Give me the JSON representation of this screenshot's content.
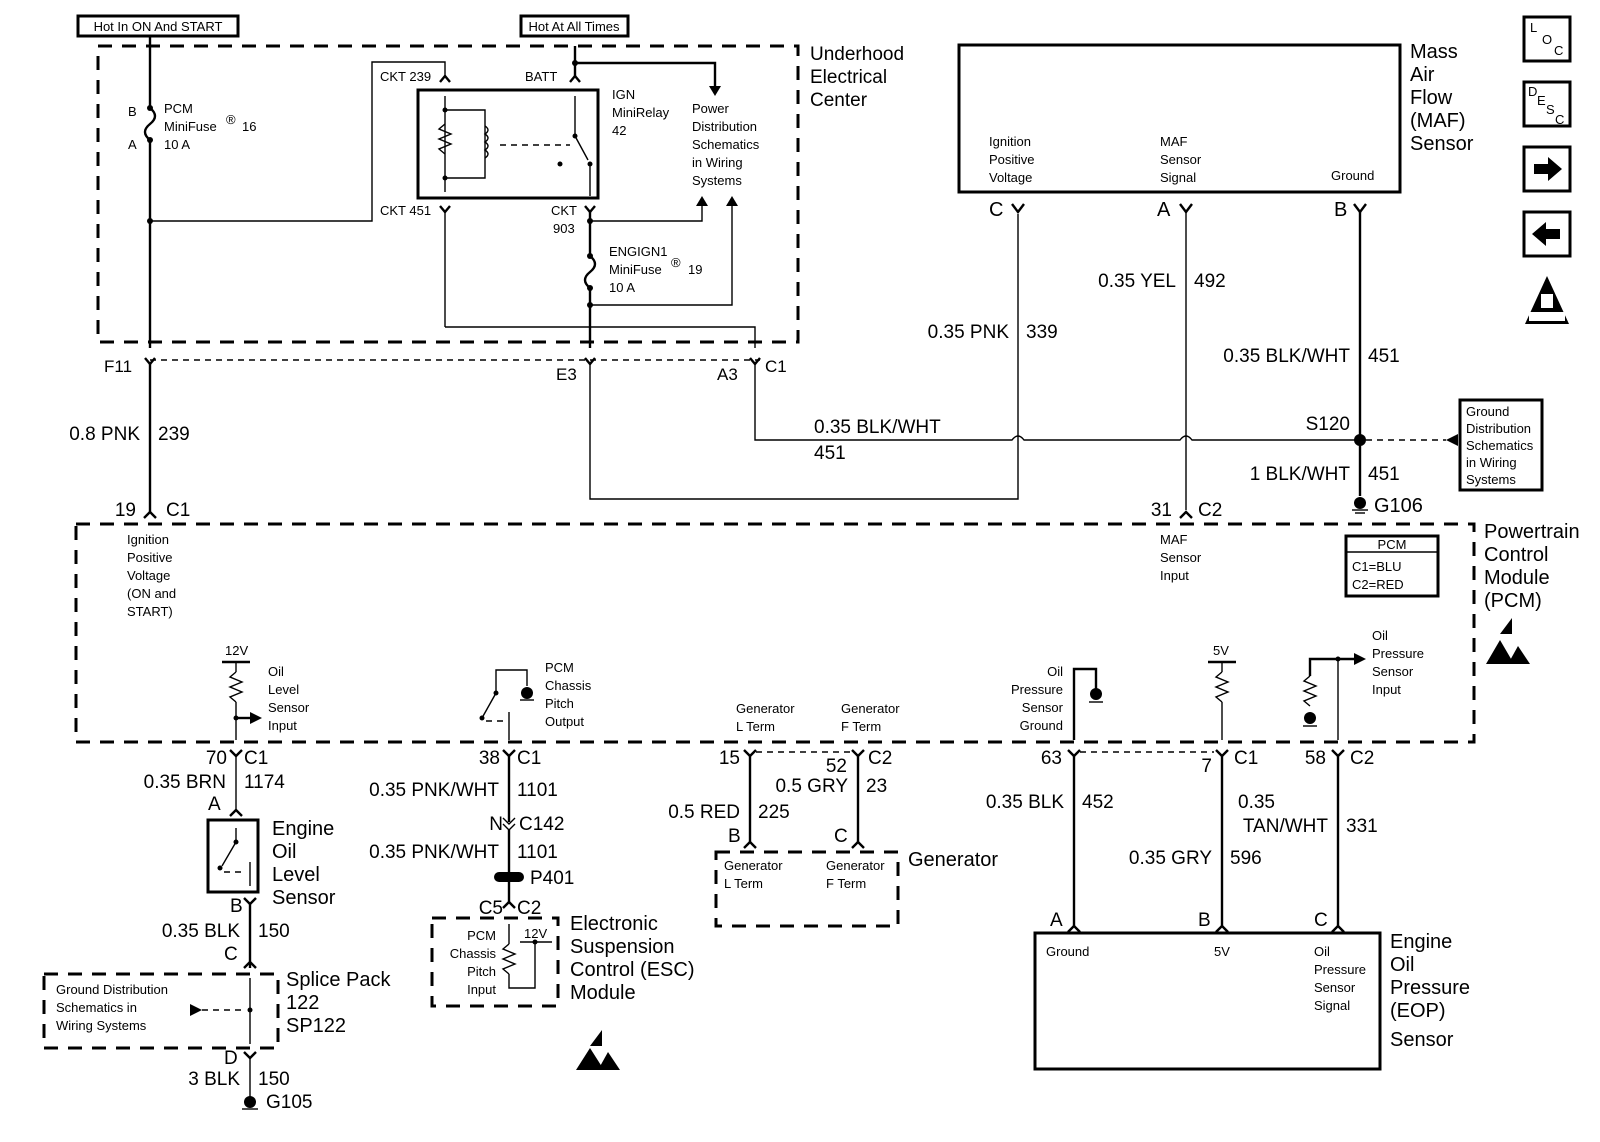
{
  "header": {
    "hot_on_start": "Hot In ON And START",
    "hot_all_times": "Hot At All Times"
  },
  "nav_buttons": [
    {
      "name": "loc-button",
      "icon": "loc-icon",
      "label": "LOC"
    },
    {
      "name": "desc-button",
      "icon": "desc-icon",
      "label": "DESC"
    },
    {
      "name": "next-button",
      "icon": "arrow-right-icon",
      "label": "→"
    },
    {
      "name": "prev-button",
      "icon": "arrow-left-icon",
      "label": "←"
    },
    {
      "name": "obd-ii-button",
      "icon": "obd-ii-warning-icon",
      "label": "OBD II"
    }
  ],
  "underhood": {
    "title_lines": [
      "Underhood",
      "Electrical",
      "Center"
    ],
    "pcm_fuse": {
      "pin_b": "B",
      "pin_a": "A",
      "lines": [
        "PCM",
        "MiniFuse",
        "10 A"
      ],
      "number": "16",
      "reg": "®"
    },
    "relay": {
      "lines": [
        "IGN",
        "MiniRelay",
        "42"
      ]
    },
    "ckt239": "CKT 239",
    "ckt451": "CKT 451",
    "batt": "BATT",
    "ckt903": [
      "CKT",
      "903"
    ],
    "engign_fuse": {
      "lines": [
        "ENGIGN1",
        "MiniFuse",
        "10 A"
      ],
      "number": "19",
      "reg": "®"
    },
    "power_dist": [
      "Power",
      "Distribution",
      "Schematics",
      "in Wiring",
      "Systems"
    ],
    "connectors": {
      "f11": "F11",
      "e3": "E3",
      "a3": "A3",
      "c1": "C1"
    }
  },
  "maf": {
    "title_lines": [
      "Mass",
      "Air",
      "Flow",
      "(MAF)",
      "Sensor"
    ],
    "pins": [
      {
        "letter": "C",
        "label": [
          "Ignition",
          "Positive",
          "Voltage"
        ]
      },
      {
        "letter": "A",
        "label": [
          "MAF",
          "Sensor",
          "Signal"
        ]
      },
      {
        "letter": "B",
        "label": [
          "Ground"
        ]
      }
    ]
  },
  "wires": {
    "w239": {
      "gauge": "0.8 PNK",
      "circuit": "239"
    },
    "w339": {
      "gauge": "0.35 PNK",
      "circuit": "339"
    },
    "w492": {
      "gauge": "0.35 YEL",
      "circuit": "492"
    },
    "w451a": {
      "gauge": "0.35 BLK/WHT",
      "circuit": "451"
    },
    "w451b": {
      "gauge": "0.35 BLK/WHT",
      "circuit": "451"
    },
    "w451c": {
      "gauge": "1 BLK/WHT",
      "circuit": "451"
    },
    "w1174": {
      "gauge": "0.35 BRN",
      "circuit": "1174"
    },
    "w1101a": {
      "gauge": "0.35 PNK/WHT",
      "circuit": "1101"
    },
    "w1101b": {
      "gauge": "0.35 PNK/WHT",
      "circuit": "1101"
    },
    "w150a": {
      "gauge": "0.35 BLK",
      "circuit": "150"
    },
    "w150b": {
      "gauge": "3 BLK",
      "circuit": "150"
    },
    "w225": {
      "gauge": "0.5 RED",
      "circuit": "225"
    },
    "w23": {
      "gauge": "0.5 GRY",
      "circuit": "23"
    },
    "w452": {
      "gauge": "0.35 BLK",
      "circuit": "452"
    },
    "w596": {
      "gauge": "0.35 GRY",
      "circuit": "596"
    },
    "w331": {
      "gauge_lines": [
        "0.35",
        "TAN/WHT"
      ],
      "circuit": "331"
    }
  },
  "splices": {
    "s120": "S120",
    "g106": "G106",
    "g105": "G105",
    "p401": "P401"
  },
  "ground_dist_right": [
    "Ground",
    "Distribution",
    "Schematics",
    "in Wiring",
    "Systems"
  ],
  "pcm": {
    "title_lines": [
      "Powertrain",
      "Control",
      "Module",
      "(PCM)"
    ],
    "legend": {
      "title": "PCM",
      "c1": "C1=BLU",
      "c2": "C2=RED"
    },
    "pin19": {
      "num": "19",
      "conn": "C1",
      "label": [
        "Ignition",
        "Positive",
        "Voltage",
        "(ON and",
        "START)"
      ]
    },
    "pin31": {
      "num": "31",
      "conn": "C2",
      "label": [
        "MAF",
        "Sensor",
        "Input"
      ]
    },
    "pin70": {
      "num": "70",
      "conn": "C1",
      "label": [
        "Oil",
        "Level",
        "Sensor",
        "Input"
      ],
      "supply": "12V"
    },
    "pin38": {
      "num": "38",
      "conn": "C1",
      "label": [
        "PCM",
        "Chassis",
        "Pitch",
        "Output"
      ]
    },
    "pin15": {
      "num": "15",
      "label": [
        "Generator",
        "L Term"
      ]
    },
    "pin52": {
      "num": "52",
      "conn": "C2",
      "label": [
        "Generator",
        "F Term"
      ]
    },
    "pin63": {
      "num": "63",
      "label": [
        "Oil",
        "Pressure",
        "Sensor",
        "Ground"
      ]
    },
    "pin7": {
      "num": "7",
      "conn": "C1",
      "supply": "5V"
    },
    "pin58": {
      "num": "58",
      "conn": "C2",
      "label": [
        "Oil",
        "Pressure",
        "Sensor",
        "Input"
      ]
    }
  },
  "oil_level_sensor": {
    "pin_a": "A",
    "pin_b": "B",
    "title_lines": [
      "Engine",
      "Oil",
      "Level",
      "Sensor"
    ]
  },
  "c142": {
    "n": "N",
    "conn": "C142"
  },
  "splice_pack": {
    "pin_c": "C",
    "pin_d": "D",
    "title_lines": [
      "Splice Pack",
      "122",
      "SP122"
    ],
    "ground_dist": [
      "Ground Distribution",
      "Schematics in",
      "Wiring Systems"
    ]
  },
  "esc": {
    "c5": "C5",
    "c2": "C2",
    "title_lines": [
      "Electronic",
      "Suspension",
      "Control (ESC)",
      "Module"
    ],
    "input_label": [
      "PCM",
      "Chassis",
      "Pitch",
      "Input"
    ],
    "supply": "12V"
  },
  "generator": {
    "pin_b": "B",
    "pin_c": "C",
    "title": "Generator",
    "l_term": [
      "Generator",
      "L Term"
    ],
    "f_term": [
      "Generator",
      "F Term"
    ]
  },
  "eop": {
    "pins": [
      {
        "letter": "A",
        "label": [
          "Ground"
        ]
      },
      {
        "letter": "B",
        "label": [
          "5V"
        ]
      },
      {
        "letter": "C",
        "label": [
          "Oil",
          "Pressure",
          "Sensor",
          "Signal"
        ]
      }
    ],
    "title_lines": [
      "Engine",
      "Oil",
      "Pressure",
      "(EOP)",
      "Sensor"
    ]
  }
}
